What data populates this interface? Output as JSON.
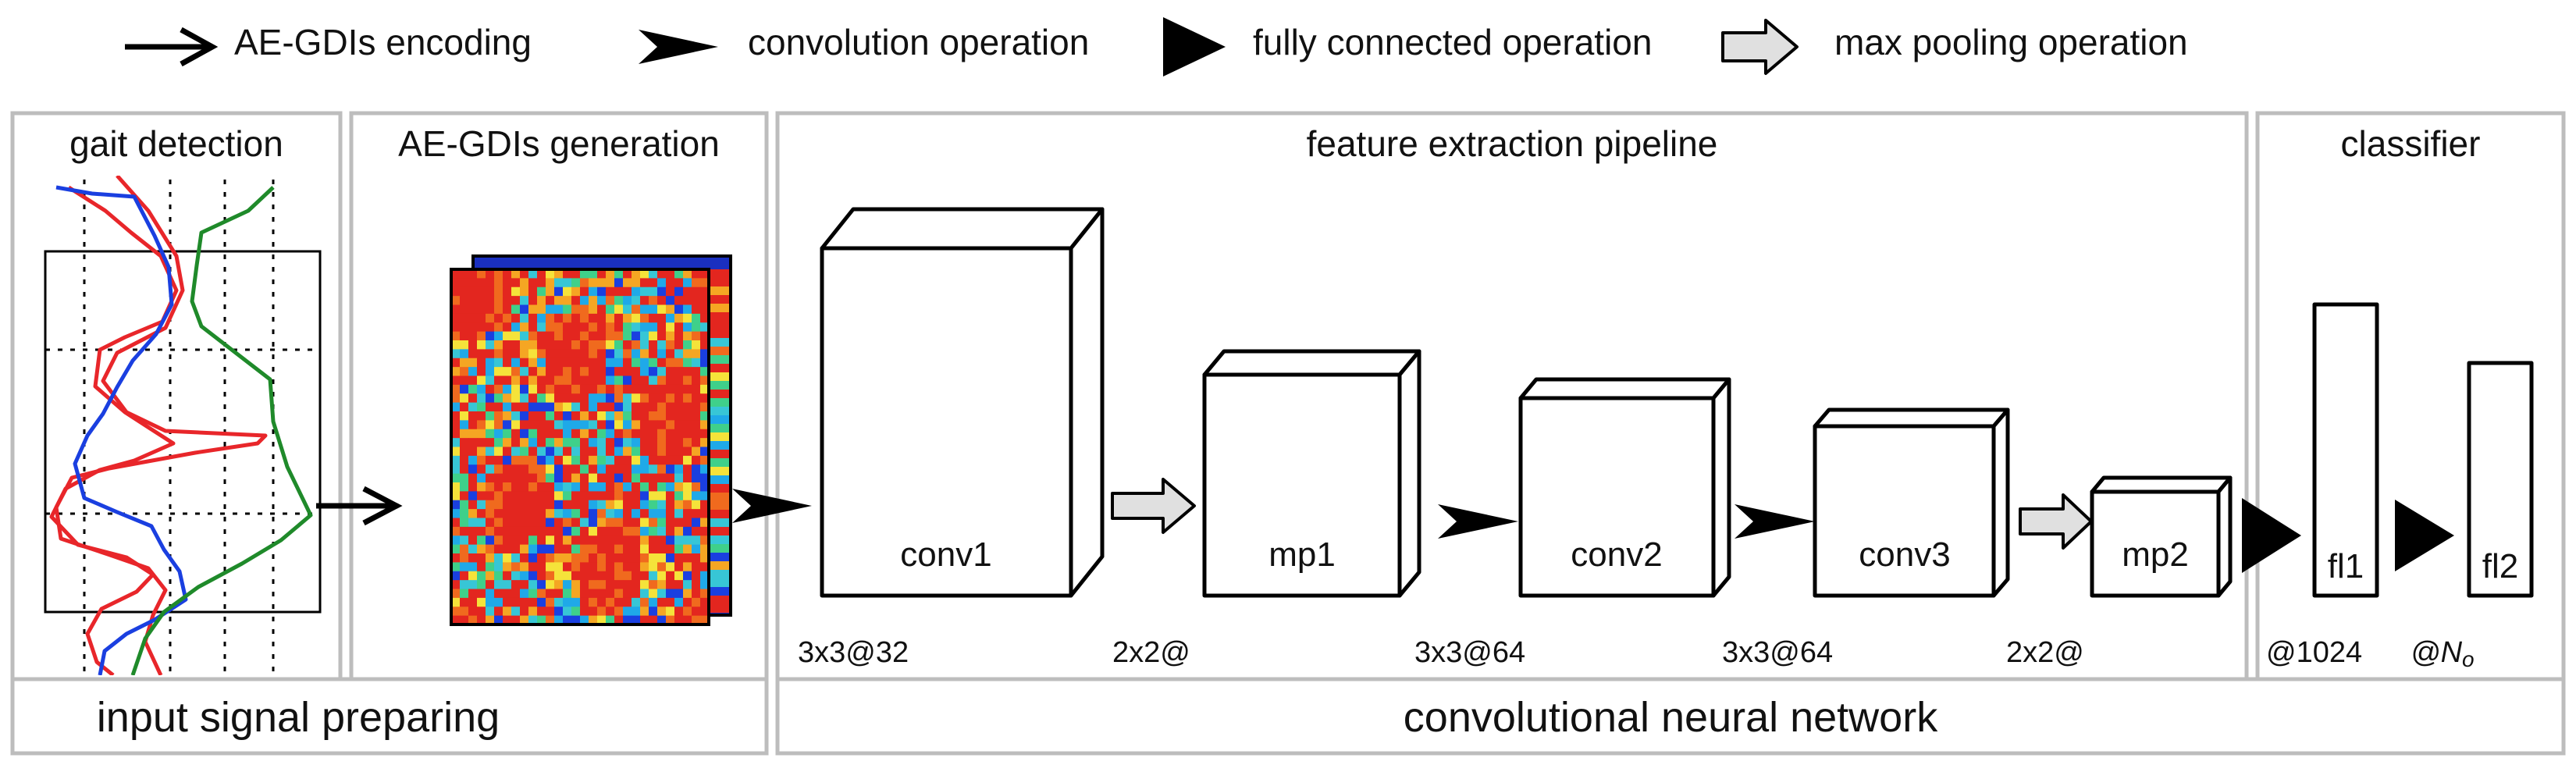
{
  "legend": {
    "encoding": "AE-GDIs encoding",
    "convolution": "convolution operation",
    "fully_connected": "fully connected operation",
    "max_pooling": "max pooling operation"
  },
  "panels": {
    "gait_detection": "gait detection",
    "aegdis_generation": "AE-GDIs generation",
    "feature_extraction": "feature extraction pipeline",
    "classifier": "classifier"
  },
  "sections": {
    "input": "input signal preparing",
    "cnn": "convolutional neural network"
  },
  "layers": {
    "conv1": "conv1",
    "mp1": "mp1",
    "conv2": "conv2",
    "conv3": "conv3",
    "mp2": "mp2",
    "fl1": "fl1",
    "fl2": "fl2"
  },
  "dims": {
    "conv1": "3x3@32",
    "mp1": "2x2@",
    "conv2": "3x3@64",
    "conv3": "3x3@64",
    "mp2": "2x2@",
    "fl1": "@1024",
    "fl2_prefix": "@N",
    "fl2_sub": "o"
  },
  "colors": {
    "signal_red": "#e8262a",
    "signal_blue": "#1a3fe0",
    "signal_green": "#1f8a2a",
    "pool_arrow_fill": "#e0e0e0",
    "frame_gray": "#bdbdbd"
  }
}
